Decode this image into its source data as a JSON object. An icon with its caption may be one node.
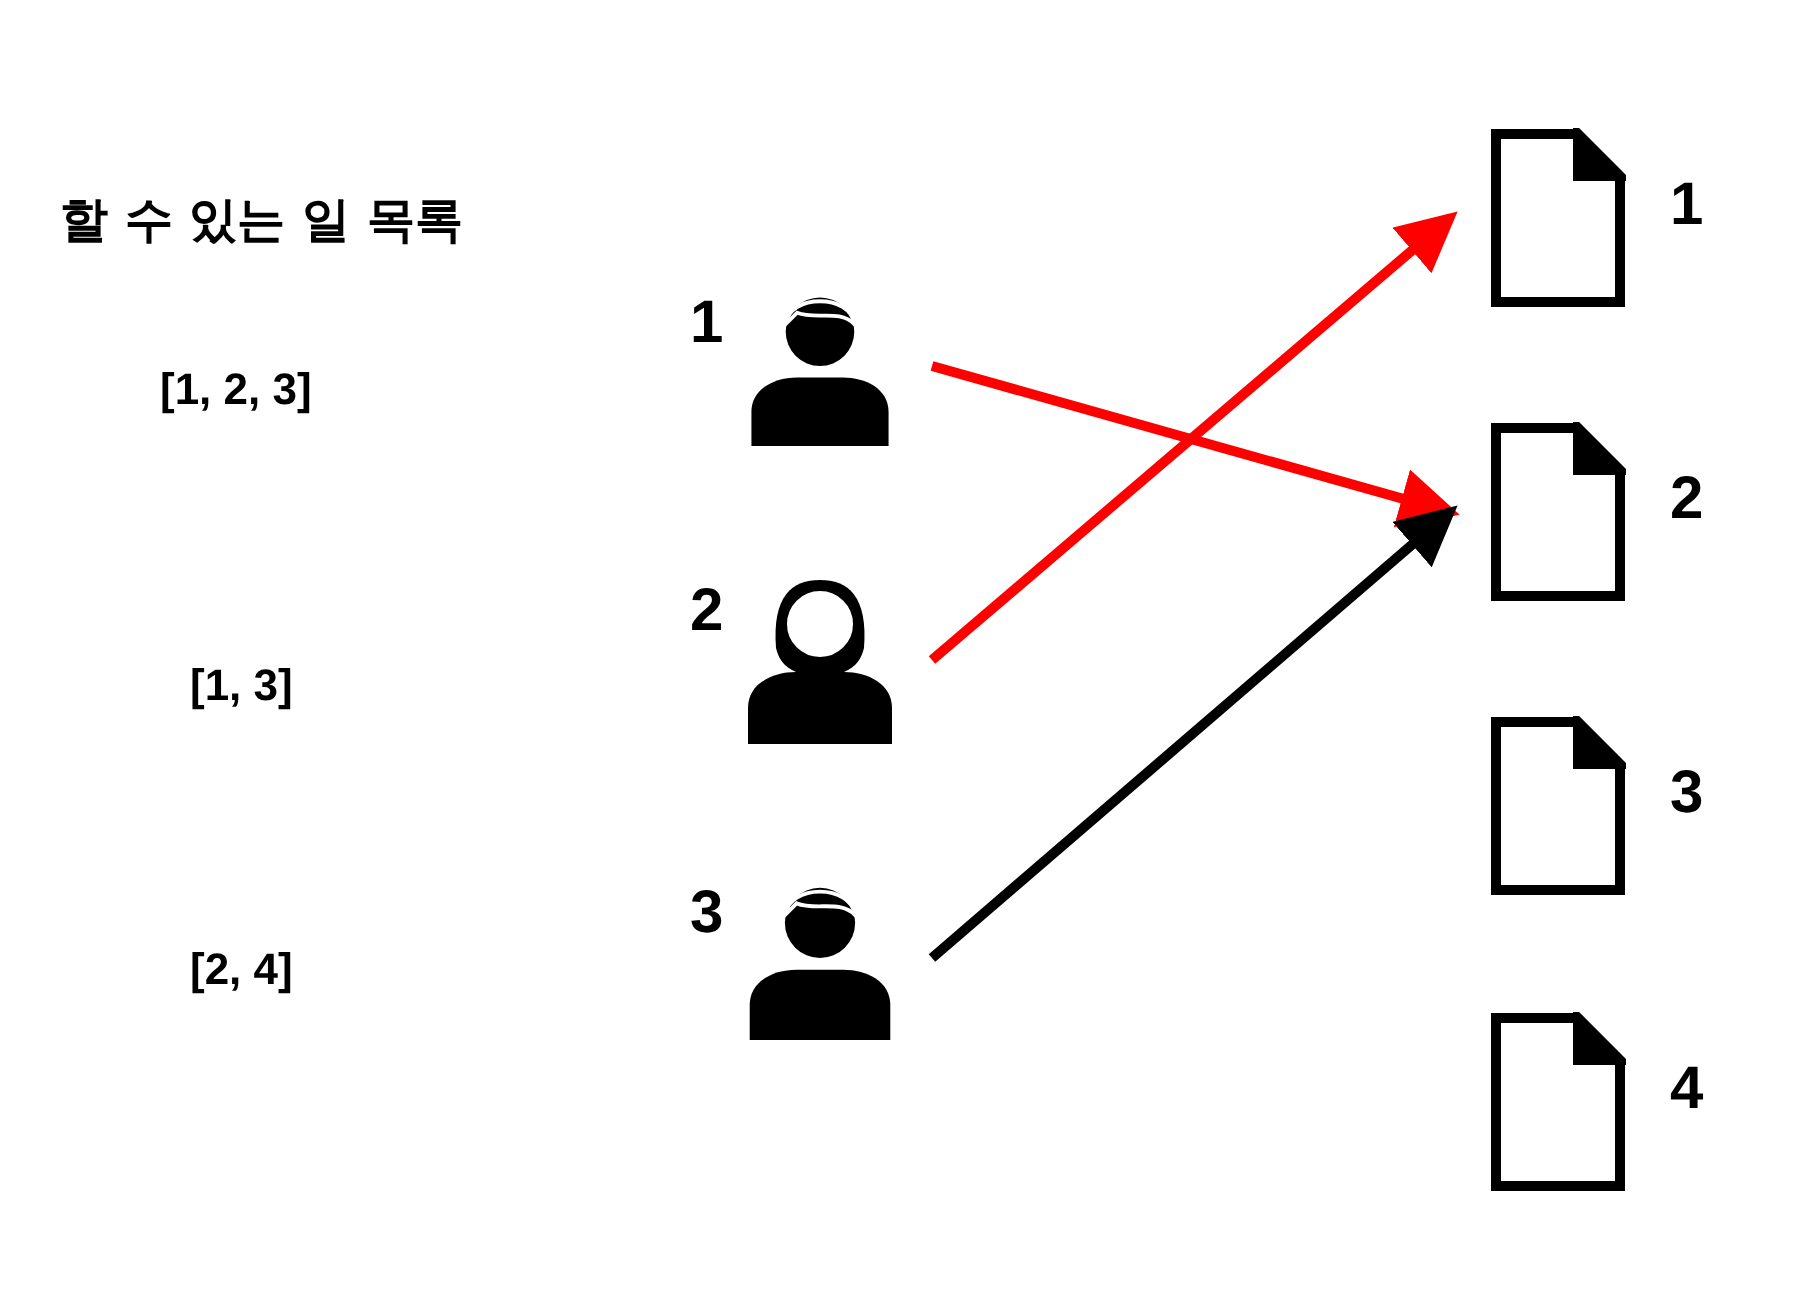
{
  "diagram": {
    "title": "할 수 있는 일 목록",
    "nodes": [
      {
        "text": [],
        "shape": "person",
        "beside": [
          "1"
        ]
      },
      {
        "text": [],
        "shape": "person",
        "beside": [
          "2"
        ]
      },
      {
        "text": [],
        "shape": "person",
        "beside": [
          "3"
        ]
      },
      {
        "text": [],
        "shape": "document",
        "beside": [
          "1"
        ]
      },
      {
        "text": [],
        "shape": "document",
        "beside": [
          "2"
        ]
      },
      {
        "text": [],
        "shape": "document",
        "beside": [
          "3"
        ]
      },
      {
        "text": [],
        "shape": "document",
        "beside": [
          "4"
        ]
      }
    ],
    "edges": [
      {
        "from": 0,
        "to": 4,
        "arrow": "to"
      },
      {
        "from": 1,
        "to": 3,
        "arrow": "to"
      },
      {
        "from": 2,
        "to": 4,
        "arrow": "to",
        "color": "#000000"
      }
    ],
    "labels": [
      "[1, 2, 3]",
      "[1, 3]",
      "[2, 4]"
    ]
  }
}
